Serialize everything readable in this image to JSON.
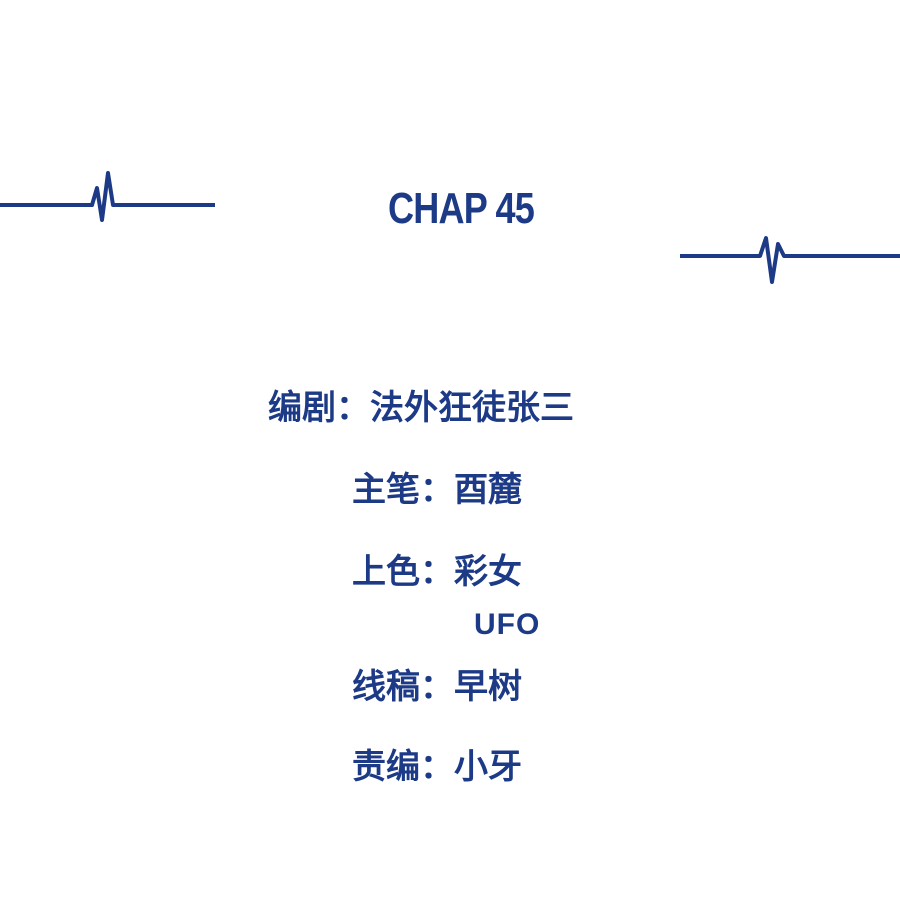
{
  "title": "CHAP 45",
  "credits": [
    {
      "label": "编剧：",
      "value": "法外狂徒张三"
    },
    {
      "label": "主笔：",
      "value": "酉麓"
    },
    {
      "label": "上色：",
      "value": "彩女"
    },
    {
      "label": "线稿：",
      "value": "早树"
    },
    {
      "label": "责编：",
      "value": "小牙"
    }
  ],
  "colorist_extra": "UFO",
  "colors": {
    "accent": "#1c3a86"
  }
}
